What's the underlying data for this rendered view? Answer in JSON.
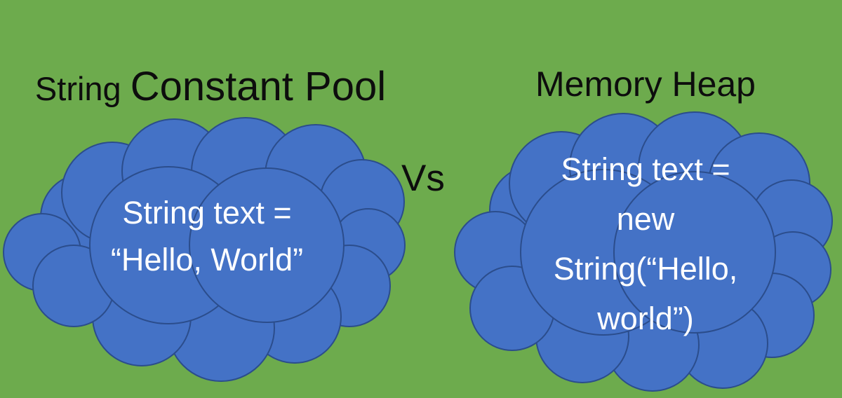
{
  "diagram": {
    "left_panel": {
      "title_small": "String ",
      "title_large": "Constant Pool",
      "cloud_lines": [
        "String text =",
        "“Hello, World”"
      ]
    },
    "divider": {
      "label": "Vs"
    },
    "right_panel": {
      "title": "Memory Heap",
      "cloud_lines": [
        "String text =",
        "new",
        "String(“Hello,",
        "world”)"
      ]
    }
  },
  "colors": {
    "background": "#6dab4d",
    "cloud_fill": "#4472c6",
    "cloud_outline": "#2b4d8c",
    "title_text": "#0d0d0d",
    "cloud_text": "#ffffff"
  }
}
